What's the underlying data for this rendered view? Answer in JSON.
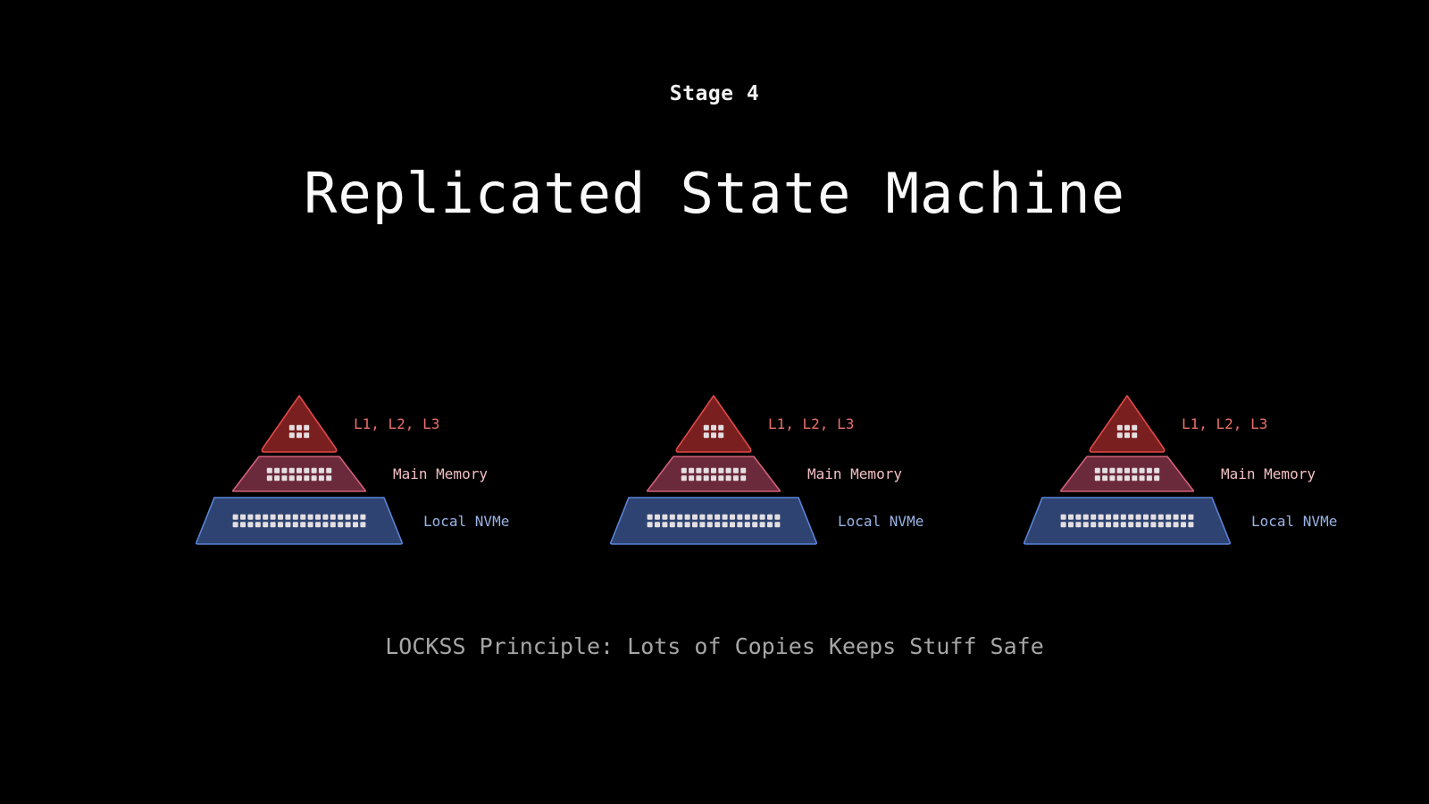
{
  "header": {
    "stage": "Stage 4",
    "title": "Replicated State Machine"
  },
  "diagram": {
    "replicas": [
      {
        "id": 1,
        "tiers": [
          {
            "label": "L1, L2, L3"
          },
          {
            "label": "Main Memory"
          },
          {
            "label": "Local NVMe"
          }
        ]
      },
      {
        "id": 2,
        "tiers": [
          {
            "label": "L1, L2, L3"
          },
          {
            "label": "Main Memory"
          },
          {
            "label": "Local NVMe"
          }
        ]
      },
      {
        "id": 3,
        "tiers": [
          {
            "label": "L1, L2, L3"
          },
          {
            "label": "Main Memory"
          },
          {
            "label": "Local NVMe"
          }
        ]
      }
    ],
    "tier_cells": {
      "cache": "3x2",
      "memory": "9x2",
      "nvme": "18x2"
    },
    "colors": {
      "cache_fill": "#7a1f1f",
      "cache_stroke": "#e04848",
      "memory_fill": "#6b2a3c",
      "memory_stroke": "#d0607a",
      "nvme_fill": "#2e4371",
      "nvme_stroke": "#5a84d6",
      "cell": "#e4dfe2",
      "background": "#000000"
    }
  },
  "footer": {
    "caption": "LOCKSS Principle: Lots of Copies Keeps Stuff Safe"
  }
}
